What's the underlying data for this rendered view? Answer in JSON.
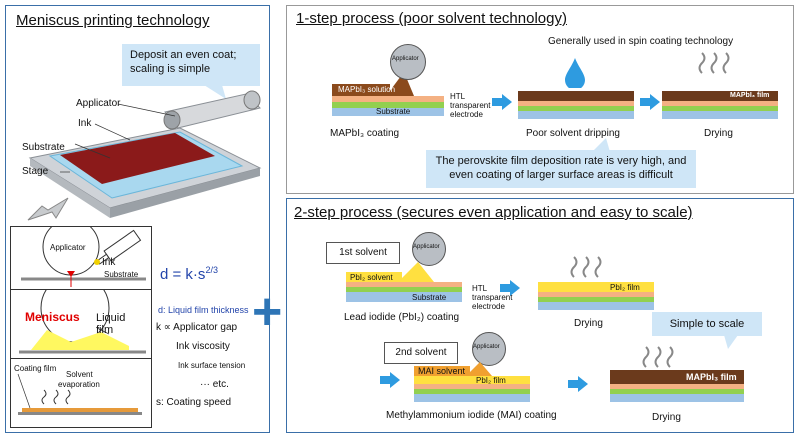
{
  "left": {
    "title": "Meniscus printing technology",
    "callout": {
      "line1": "Deposit an even coat;",
      "line2": "scaling is simple"
    },
    "labels": {
      "applicator": "Applicator",
      "ink": "Ink",
      "substrate": "Substrate",
      "stage": "Stage"
    },
    "panel1": {
      "applicator": "Applicator",
      "ink": "Ink",
      "substrate": "Substrate"
    },
    "panel2": {
      "meniscus": "Meniscus",
      "liquid": "Liquid",
      "film": "film"
    },
    "panel3": {
      "coating_film": "Coating film",
      "solvent": "Solvent",
      "evaporation": "evaporation"
    },
    "formula": {
      "lhs": "d = k·s",
      "exp": "2/3"
    },
    "legend": {
      "d": "d: Liquid film thickness",
      "k": "k ∝   Applicator gap",
      "visc": "Ink viscosity",
      "tension": "Ink surface tension",
      "etc": "··· etc.",
      "s": "s: Coating speed"
    }
  },
  "plus": "+",
  "step1": {
    "title": "1-step process (poor solvent technology)",
    "note": "Generally used in spin coating technology",
    "applicator": "Applicator",
    "solution": "MAPbI₃ solution",
    "substrate": "Substrate",
    "htl": {
      "line1": "HTL",
      "line2": "transparent",
      "line3": "electrode"
    },
    "caption1": "MAPbI₃ coating",
    "caption2": "Poor solvent dripping",
    "caption3": "Drying",
    "film": "MAPbI₃ film",
    "callout": {
      "line1": "The perovskite film deposition rate is very high, and",
      "line2": "even coating of larger surface areas is difficult"
    }
  },
  "step2": {
    "title": "2-step process (secures even application and easy to scale)",
    "solvent1": "1st solvent",
    "applicator1": "Applicator",
    "pbi_solvent": "PbI₂ solvent",
    "substrate": "Substrate",
    "htl": {
      "line1": "HTL",
      "line2": "transparent",
      "line3": "electrode"
    },
    "caption1": "Lead iodide (PbI₂) coating",
    "film1": "PbI₂ film",
    "drying1": "Drying",
    "callout": "Simple to scale",
    "solvent2": "2nd solvent",
    "applicator2": "Applicator",
    "mai_solvent": "MAI solvent",
    "pbi_film": "PbI₂ film",
    "caption2": "Methylammonium iodide (MAI) coating",
    "film2": "MAPbI₃ film",
    "drying2": "Drying"
  },
  "colors": {
    "frame": "#3a6fa8",
    "brown": "#6b3a1c",
    "orange": "#f4b183",
    "green": "#92d050",
    "blue": "#9dc3e6",
    "yellow": "#ffe040",
    "arrow": "#2e9be0",
    "callout": "#cfe6f7"
  }
}
